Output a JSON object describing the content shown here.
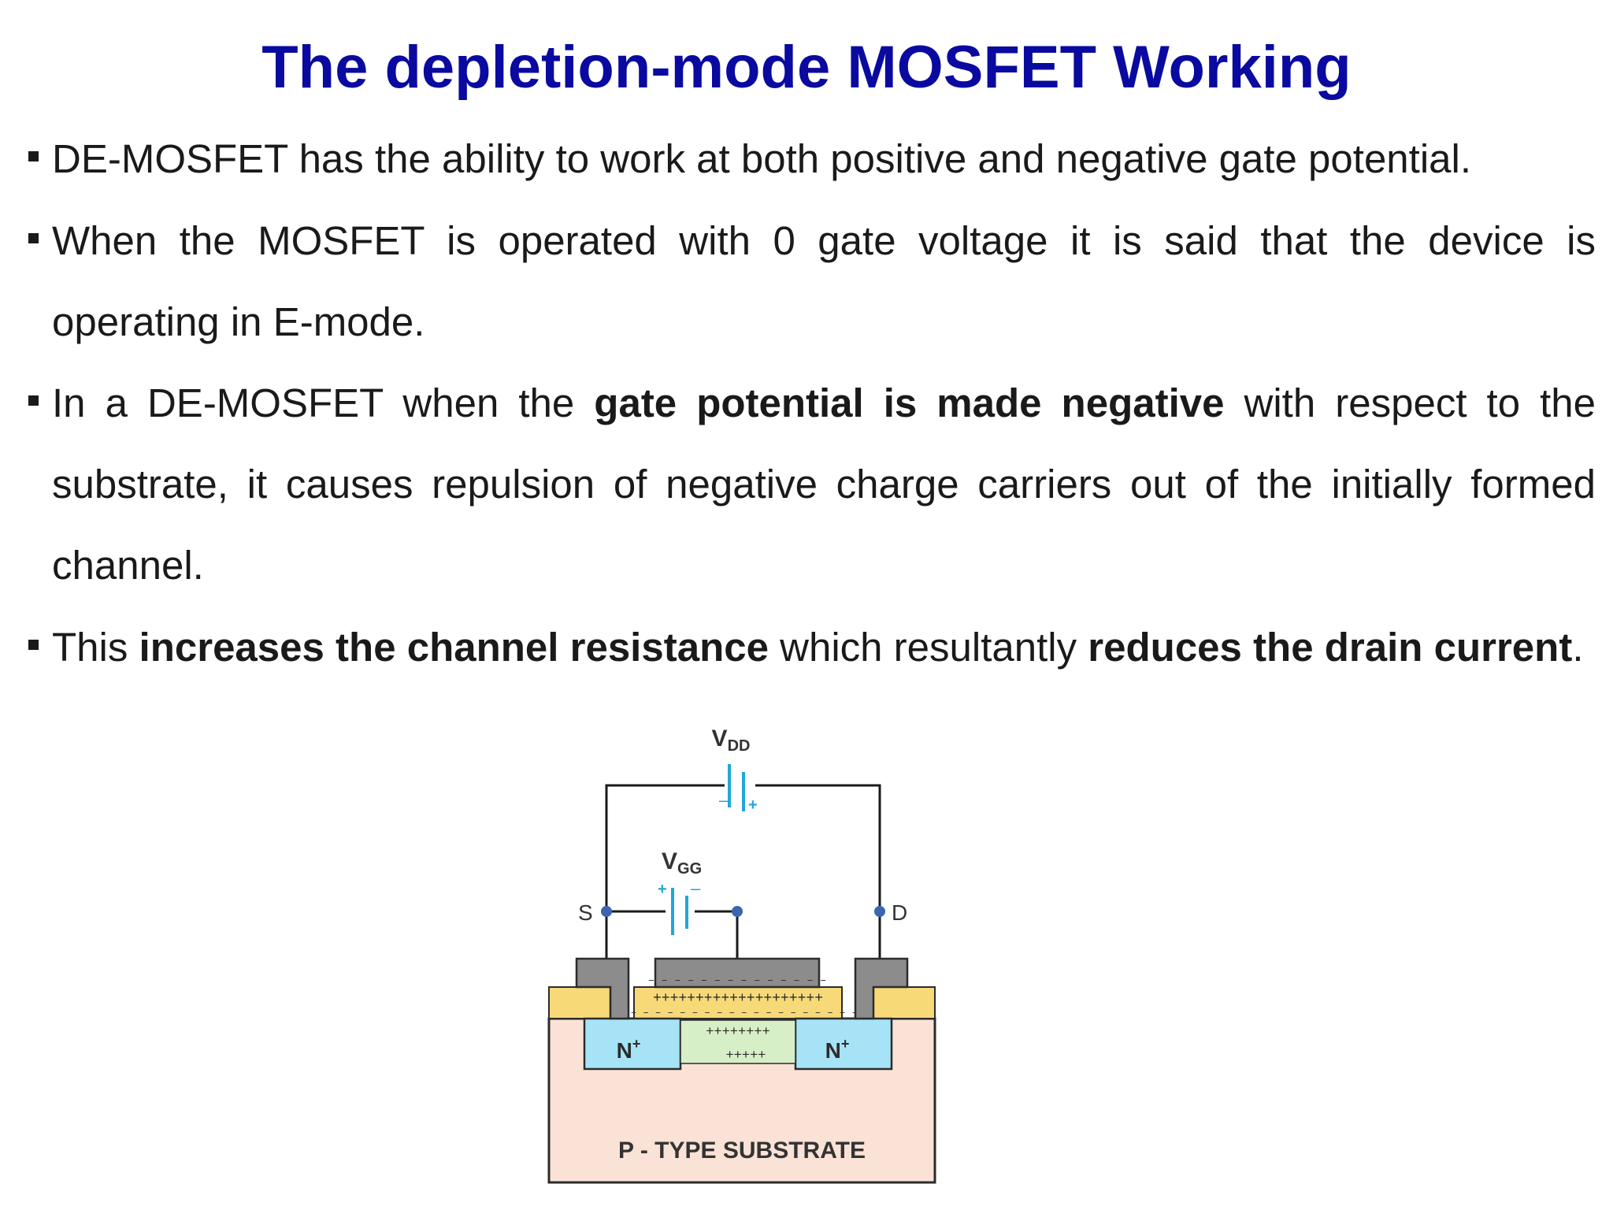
{
  "title": "The depletion-mode MOSFET Working",
  "bullets": {
    "b1": "DE-MOSFET has the ability to work at both positive and negative gate potential.",
    "b2": "When the MOSFET is operated with 0 gate voltage it is said that the device is operating in E-mode.",
    "b3": {
      "pre": "In a DE-MOSFET when the ",
      "bold": "gate potential is made negative",
      "post": " with respect to the substrate, it causes repulsion of negative charge carriers out of the initially formed channel."
    },
    "b4": {
      "pre": "This ",
      "bold1": "increases the channel resistance",
      "mid": " which resultantly ",
      "bold2": "reduces the drain current",
      "post": "."
    }
  },
  "diagram": {
    "vdd_main": "V",
    "vdd_sub": "DD",
    "vgg_main": "V",
    "vgg_sub": "GG",
    "source_label": "S",
    "drain_label": "D",
    "n_left": "N",
    "n_right": "N",
    "n_sup": "+",
    "substrate_label": "P - TYPE SUBSTRATE",
    "minus_sign": "–",
    "plus_sign": "+",
    "gate_minus_row": "– – – – – – – – – – – – – –",
    "oxide_minus_row": "– – – – – – – – – – – – – – – – – – – –",
    "oxide_plus_row": "++++++++++++++++++++",
    "channel_plus_row1": "++++++++",
    "channel_plus_row2": "+++++",
    "colors": {
      "title": "#0a0aa0",
      "battery": "#1fa8d8",
      "oxide": "#f7d978",
      "n_region": "#a6e3f6",
      "channel": "#d6efc7",
      "substrate": "#fbe2d6",
      "metal": "#8c8c8c",
      "node": "#3a66b0"
    }
  }
}
